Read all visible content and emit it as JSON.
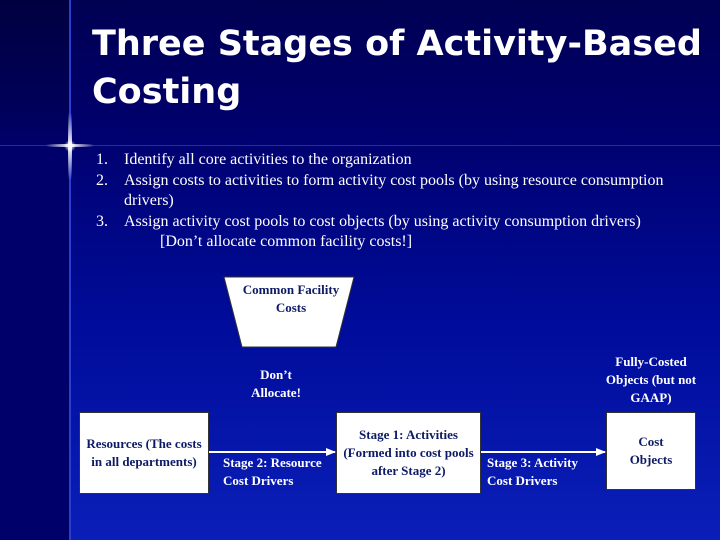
{
  "slide": {
    "title": "Three Stages of Activity-Based Costing",
    "steps": [
      {
        "number": "1.",
        "text": "Identify all core activities to the organization"
      },
      {
        "number": "2.",
        "text": "Assign costs to activities to form activity cost pools (by using resource consumption drivers)"
      },
      {
        "number": "3.",
        "text": "Assign activity cost pools to cost objects (by using activity consumption drivers)"
      }
    ],
    "note": "[Don’t allocate common facility costs!]"
  },
  "diagram": {
    "common_facility_costs": "Common Facility Costs",
    "dont_allocate": "Don’t Allocate!",
    "fully_costed": "Fully-Costed Objects (but not GAAP)",
    "resources": "Resources (The costs in all departments)",
    "stage1": "Stage 1: Activities (Formed into cost pools after Stage 2)",
    "cost_objects": "Cost Objects",
    "stage2_drivers": "Stage 2: Resource Cost Drivers",
    "stage3_drivers": "Stage 3: Activity Cost Drivers"
  },
  "colors": {
    "background": "#00006b",
    "text": "#ffffff",
    "box_text": "#0d1a66"
  }
}
